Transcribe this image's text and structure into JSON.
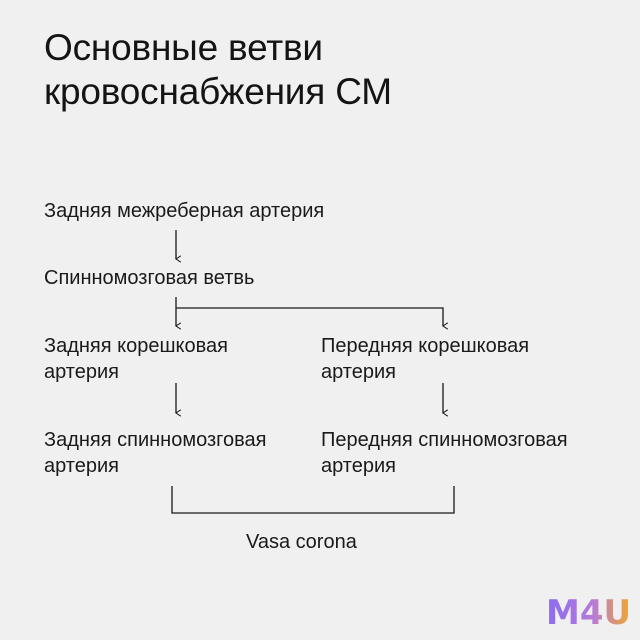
{
  "title": {
    "line1": "Основные ветви",
    "line2": "кровоснабжения СМ"
  },
  "nodes": {
    "intercostal": "Задняя межреберная артерия",
    "spinal_branch": "Спинномозговая ветвь",
    "posterior_radicular": {
      "line1": "Задняя корешковая",
      "line2": "артерия"
    },
    "anterior_radicular": {
      "line1": "Передняя корешковая",
      "line2": "артерия"
    },
    "posterior_spinal": {
      "line1": "Задняя спинномозговая",
      "line2": "артерия"
    },
    "anterior_spinal": {
      "line1": "Передняя спинномозговая",
      "line2": "артерия"
    },
    "vasa_corona": "Vasa corona"
  },
  "edges": [
    {
      "from": "intercostal",
      "to": "spinal_branch"
    },
    {
      "from": "spinal_branch",
      "to": "posterior_radicular"
    },
    {
      "from": "spinal_branch",
      "to": "anterior_radicular"
    },
    {
      "from": "posterior_radicular",
      "to": "posterior_spinal"
    },
    {
      "from": "anterior_radicular",
      "to": "anterior_spinal"
    },
    {
      "from": "posterior_spinal",
      "to": "vasa_corona"
    },
    {
      "from": "anterior_spinal",
      "to": "vasa_corona"
    }
  ],
  "logo": {
    "text": "M4U",
    "colors": [
      "#8b6cf0",
      "#f0a830"
    ]
  }
}
